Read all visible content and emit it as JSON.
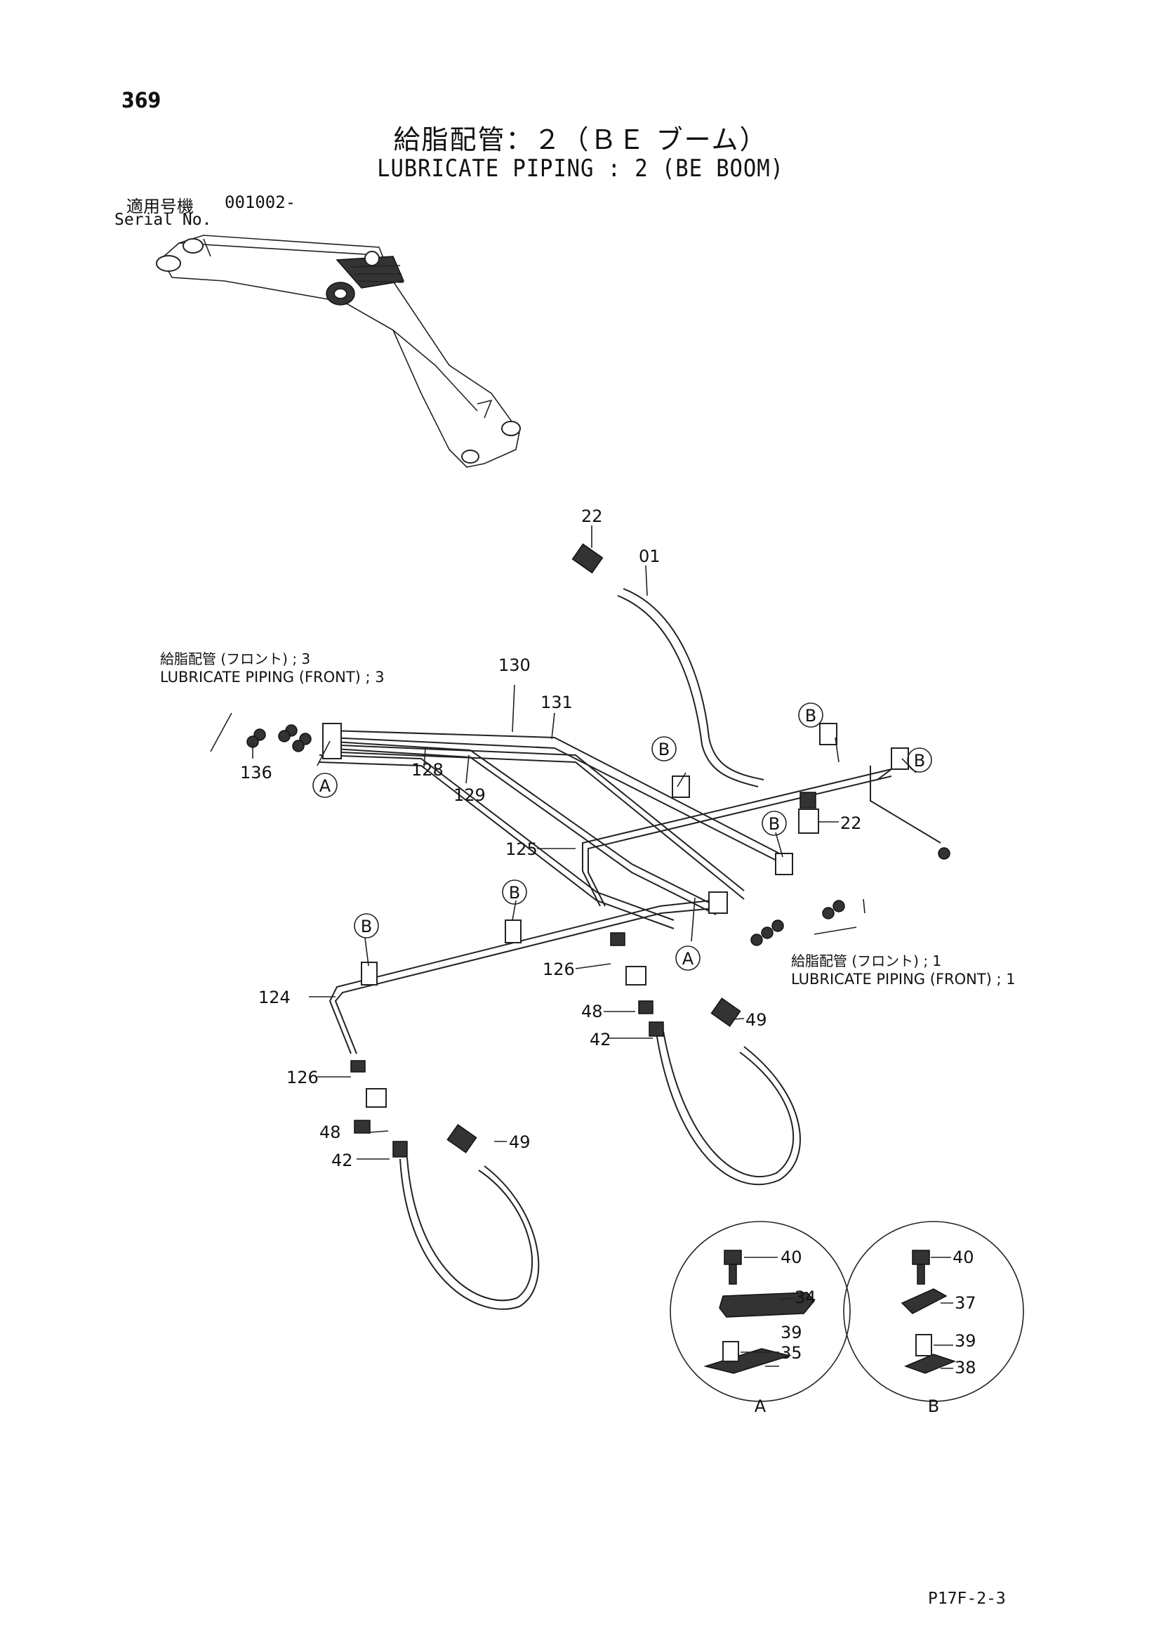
{
  "page_number": "369",
  "title_ja": "給脂配管：２（ＢＥ ブーム）",
  "title_en": "LUBRICATE PIPING : 2 (BE BOOM)",
  "serial": {
    "label_ja": "適用号機",
    "number": "001002-",
    "label_en": "Serial No."
  },
  "references": {
    "front3_ja": "給脂配管 (フロント) ; 3",
    "front3_en": "LUBRICATE PIPING (FRONT) ; 3",
    "front1_ja": "給脂配管 (フロント) ; 1",
    "front1_en": "LUBRICATE PIPING (FRONT) ; 1"
  },
  "callouts": {
    "p01": "01",
    "p22a": "22",
    "p22b": "22",
    "p130": "130",
    "p131": "131",
    "p128": "128",
    "p129": "129",
    "p136": "136",
    "p125": "125",
    "p124": "124",
    "p126a": "126",
    "p126b": "126",
    "p48a": "48",
    "p48b": "48",
    "p42a": "42",
    "p42b": "42",
    "p49a": "49",
    "p49b": "49",
    "p40a": "40",
    "p34": "34",
    "p39a": "39",
    "p35": "35",
    "p40b": "40",
    "p37": "37",
    "p39b": "39",
    "p38": "38"
  },
  "markers": {
    "a": "A",
    "b": "B"
  },
  "detail_labels": {
    "a": "A",
    "b": "B"
  },
  "footer_code": "P17F-2-3"
}
